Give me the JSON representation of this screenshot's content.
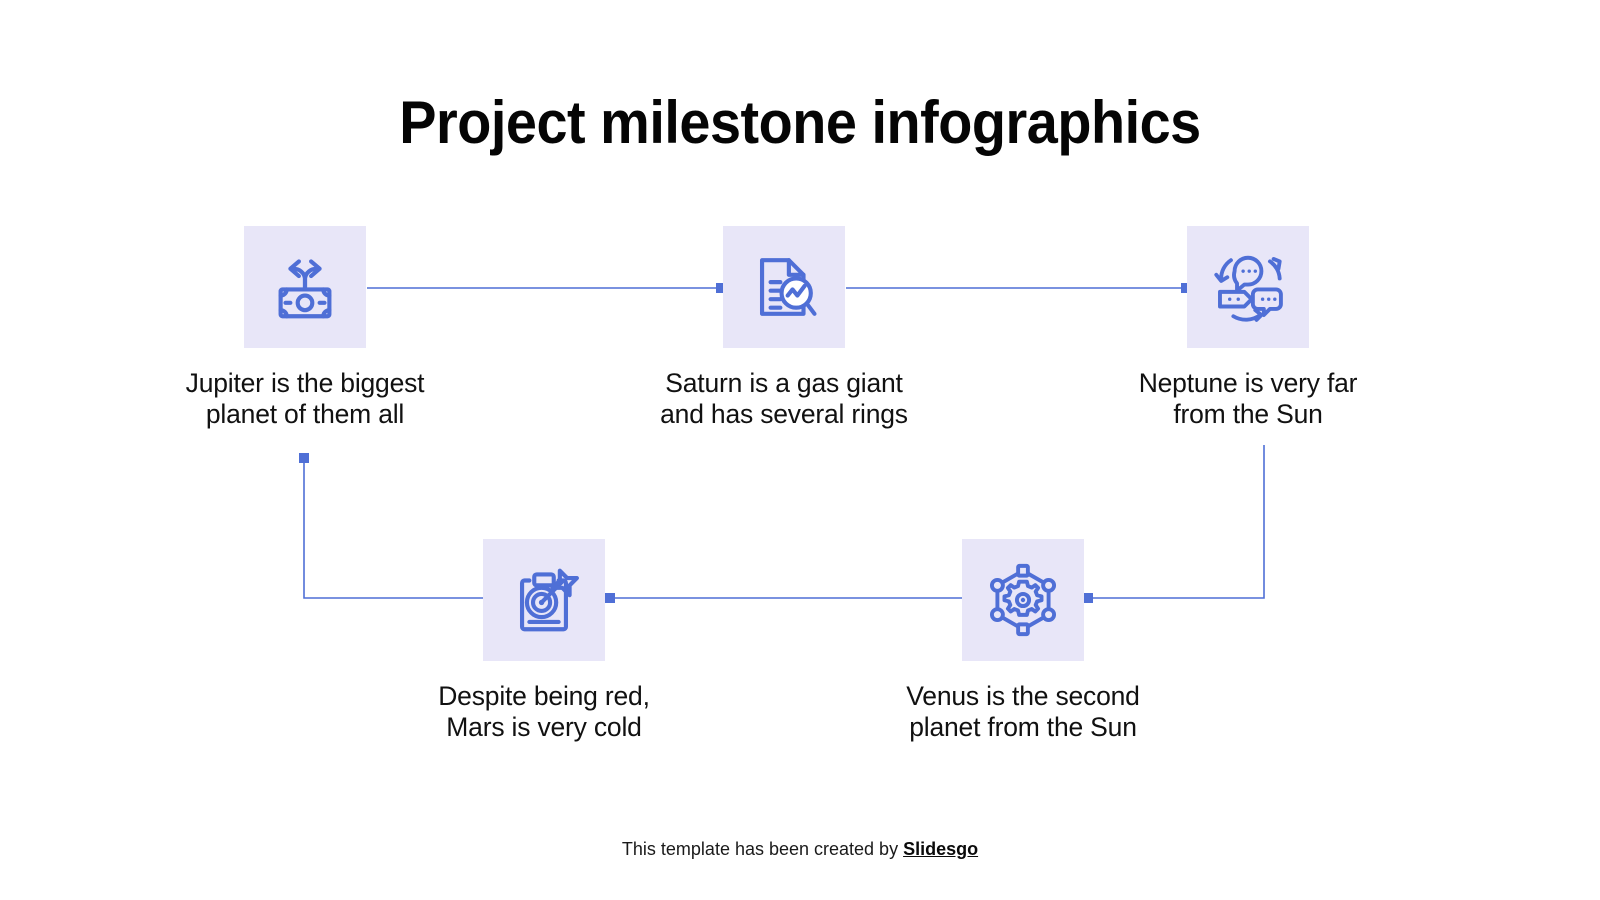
{
  "slide": {
    "title": "Project milestone infographics",
    "background_color": "#ffffff",
    "accent_color": "#4f6fd6",
    "icon_box_color": "#e8e6f8",
    "text_color": "#111111"
  },
  "milestones": [
    {
      "id": "milestone-1",
      "icon": "money-branching-arrows-icon",
      "label": "Jupiter is the biggest\nplanet of them all"
    },
    {
      "id": "milestone-2",
      "icon": "document-analysis-magnifier-icon",
      "label": "Saturn is a gas giant\nand has several rings"
    },
    {
      "id": "milestone-3",
      "icon": "speech-bubbles-cycle-icon",
      "label": "Neptune is very far\nfrom the Sun"
    },
    {
      "id": "milestone-4",
      "icon": "clipboard-target-arrow-icon",
      "label": "Despite being red,\nMars is very cold"
    },
    {
      "id": "milestone-5",
      "icon": "gear-network-hexagon-icon",
      "label": "Venus is the second\nplanet from the Sun"
    }
  ],
  "footer": {
    "prefix": "This template has been created by ",
    "brand": "Slidesgo"
  }
}
